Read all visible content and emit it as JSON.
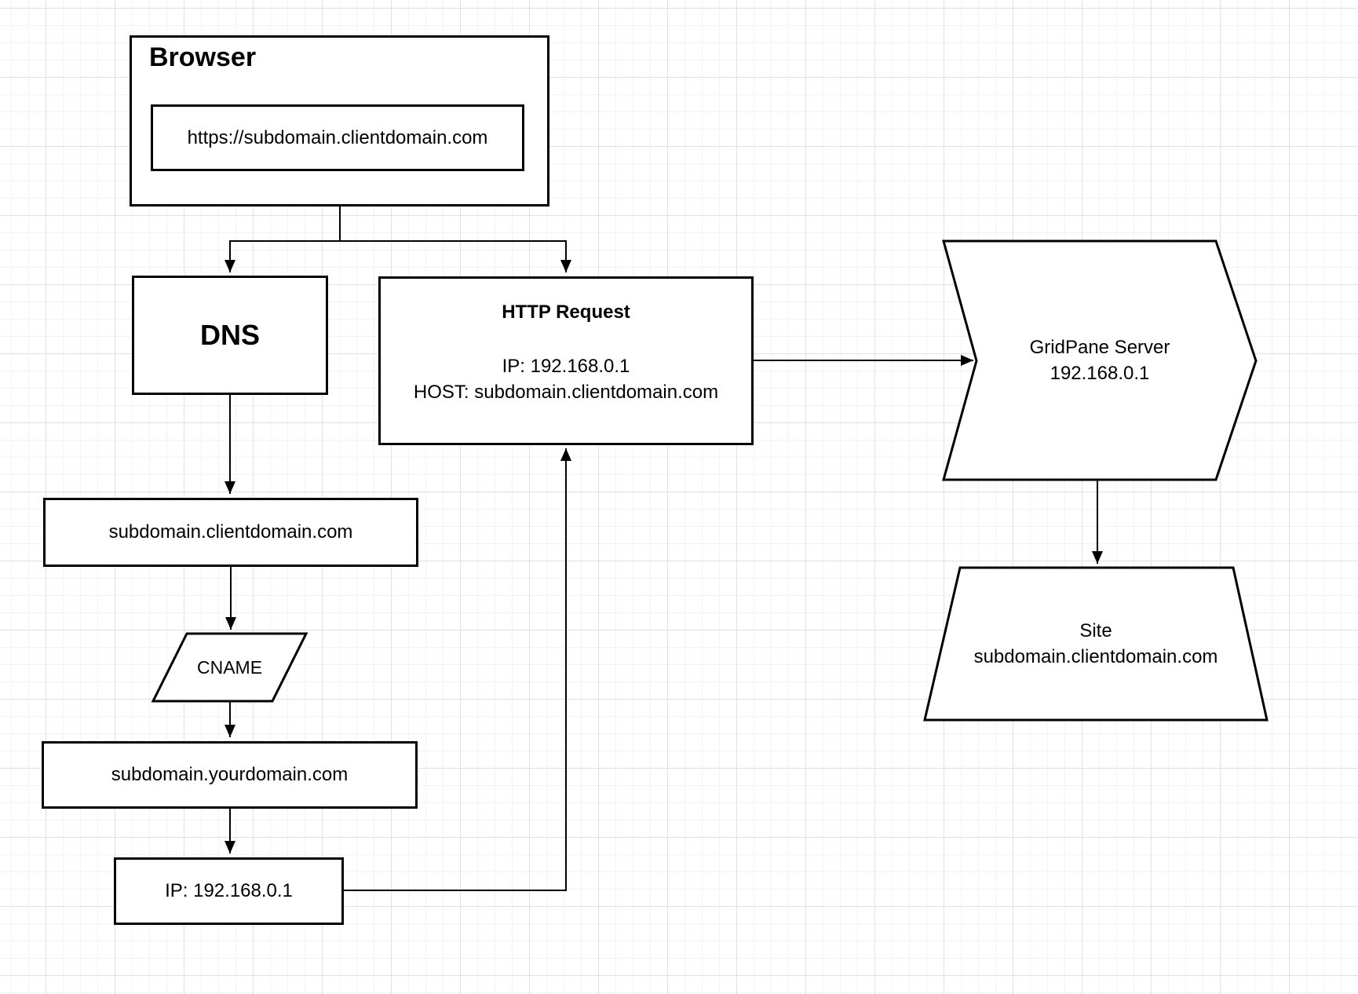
{
  "diagram": {
    "nodes": {
      "browser": {
        "title": "Browser",
        "url": "https://subdomain.clientdomain.com"
      },
      "dns": {
        "label": "DNS"
      },
      "http_request": {
        "title": "HTTP Request",
        "ip": "IP: 192.168.0.1",
        "host": "HOST: subdomain.clientdomain.com"
      },
      "client_domain": {
        "label": "subdomain.clientdomain.com"
      },
      "cname": {
        "label": "CNAME"
      },
      "your_domain": {
        "label": "subdomain.yourdomain.com"
      },
      "resolved_ip": {
        "label": "IP: 192.168.0.1"
      },
      "gridpane_server": {
        "name": "GridPane Server",
        "ip": "192.168.0.1"
      },
      "site": {
        "name": "Site",
        "domain": "subdomain.clientdomain.com"
      }
    },
    "colors": {
      "stroke": "#000000",
      "node_fill": "#ffffff",
      "background": "#ffffff",
      "grid_minor": "#f3f3f3",
      "grid_major": "#e0e0e0"
    }
  }
}
